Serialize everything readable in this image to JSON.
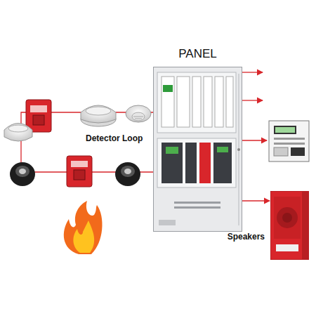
{
  "diagram": {
    "nodes": [
      {
        "text": [
          "PANEL"
        ]
      },
      {
        "text": [
          "Speakers"
        ]
      }
    ],
    "edges": [
      {
        "from": 0,
        "to": 1,
        "arrow": "to"
      }
    ],
    "labels": [
      "Detector Loop"
    ]
  }
}
